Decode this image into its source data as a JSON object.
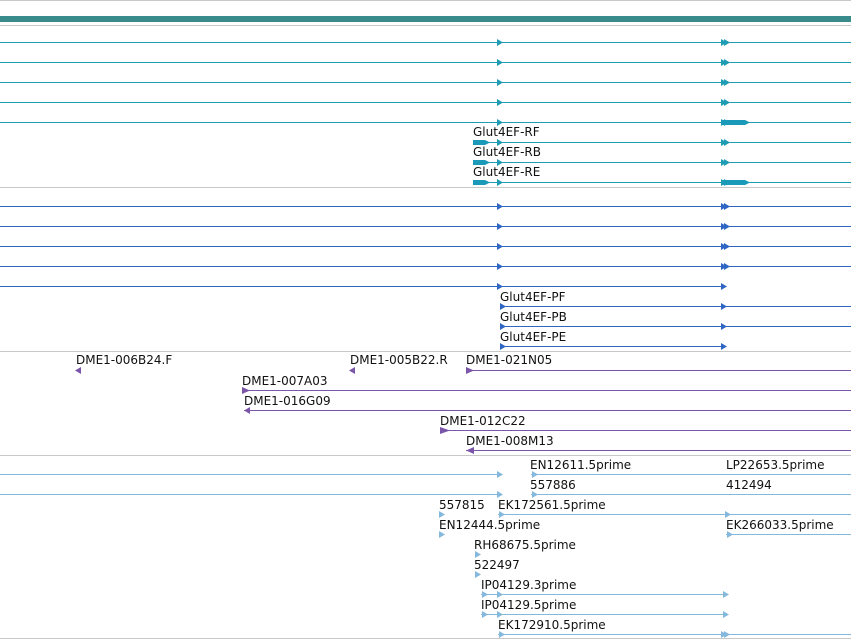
{
  "colors": {
    "gene_bar": "#3a8c8c",
    "transcript": "#1f9bb4",
    "transcript_block": "#1a9ab8",
    "protein": "#2f66c4",
    "cdna": "#7a55a8",
    "est": "#84b8dc",
    "divider": "#c8c8c8"
  },
  "tracks": {
    "transcripts": {
      "label_rf": "Glut4EF-RF",
      "label_rb": "Glut4EF-RB",
      "label_re": "Glut4EF-RE"
    },
    "proteins": {
      "label_pf": "Glut4EF-PF",
      "label_pb": "Glut4EF-PB",
      "label_pe": "Glut4EF-PE"
    },
    "cdna": {
      "dme1_006b24": "DME1-006B24.F",
      "dme1_005b22": "DME1-005B22.R",
      "dme1_021n05": "DME1-021N05",
      "dme1_007a03": "DME1-007A03",
      "dme1_016g09": "DME1-016G09",
      "dme1_012c22": "DME1-012C22",
      "dme1_008m13": "DME1-008M13"
    },
    "est": {
      "en12611": "EN12611.5prime",
      "lp22653": "LP22653.5prime",
      "n557886": "557886",
      "n412494": "412494",
      "n557815": "557815",
      "ek172561": "EK172561.5prime",
      "en12444": "EN12444.5prime",
      "ek266033": "EK266033.5prime",
      "rh68675": "RH68675.5prime",
      "n522497": "522497",
      "ip04129_3": "IP04129.3prime",
      "ip04129_5": "IP04129.5prime",
      "ek172910": "EK172910.5prime"
    }
  }
}
